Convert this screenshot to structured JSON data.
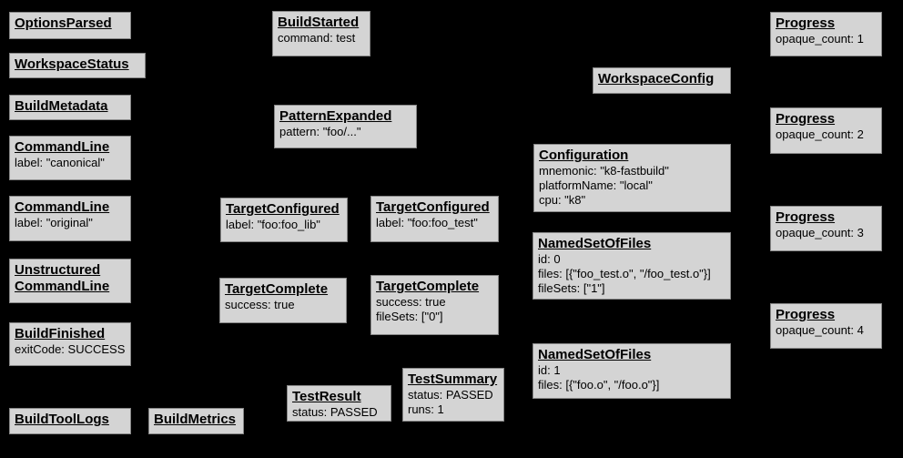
{
  "diagram": {
    "description": "Bazel Build Event Protocol event graph",
    "colors": {
      "background": "#000000",
      "node_fill": "#d4d4d4",
      "node_border": "#878787",
      "text": "#000000"
    },
    "nodes": {
      "options_parsed": {
        "title": "OptionsParsed"
      },
      "workspace_status": {
        "title": "WorkspaceStatus"
      },
      "build_metadata": {
        "title": "BuildMetadata"
      },
      "command_line_canonical": {
        "title": "CommandLine",
        "fields": [
          "label: \"canonical\""
        ]
      },
      "command_line_original": {
        "title": "CommandLine",
        "fields": [
          "label: \"original\""
        ]
      },
      "unstructured_command_line": {
        "title_lines": [
          "Unstructured",
          "CommandLine"
        ]
      },
      "build_finished": {
        "title": "BuildFinished",
        "fields": [
          "exitCode: SUCCESS"
        ]
      },
      "build_tool_logs": {
        "title": "BuildToolLogs"
      },
      "build_metrics": {
        "title": "BuildMetrics"
      },
      "build_started": {
        "title": "BuildStarted",
        "fields": [
          "command: test"
        ]
      },
      "pattern_expanded": {
        "title": "PatternExpanded",
        "fields": [
          "pattern: \"foo/...\""
        ]
      },
      "target_configured_foo_lib": {
        "title": "TargetConfigured",
        "fields": [
          "label: \"foo:foo_lib\""
        ]
      },
      "target_complete_foo_lib": {
        "title": "TargetComplete",
        "fields": [
          "success: true"
        ]
      },
      "test_result": {
        "title": "TestResult",
        "fields": [
          "status: PASSED"
        ]
      },
      "target_configured_foo_test": {
        "title": "TargetConfigured",
        "fields": [
          "label: \"foo:foo_test\""
        ]
      },
      "target_complete_foo_test": {
        "title": "TargetComplete",
        "fields": [
          "success: true",
          "fileSets: [\"0\"]"
        ]
      },
      "test_summary": {
        "title": "TestSummary",
        "fields": [
          "status: PASSED",
          "runs: 1"
        ]
      },
      "workspace_config": {
        "title": "WorkspaceConfig"
      },
      "configuration": {
        "title": "Configuration",
        "fields": [
          "mnemonic: \"k8-fastbuild\"",
          "platformName: \"local\"",
          "cpu: \"k8\""
        ]
      },
      "named_set_of_files_0": {
        "title": "NamedSetOfFiles",
        "fields": [
          "id: 0",
          "files: [{\"foo_test.o\", \"/foo_test.o\"}]",
          "fileSets: [\"1\"]"
        ]
      },
      "named_set_of_files_1": {
        "title": "NamedSetOfFiles",
        "fields": [
          "id: 1",
          "files: [{\"foo.o\", \"/foo.o\"}]"
        ]
      },
      "progress_1": {
        "title": "Progress",
        "fields": [
          "opaque_count: 1"
        ]
      },
      "progress_2": {
        "title": "Progress",
        "fields": [
          "opaque_count: 2"
        ]
      },
      "progress_3": {
        "title": "Progress",
        "fields": [
          "opaque_count: 3"
        ]
      },
      "progress_4": {
        "title": "Progress",
        "fields": [
          "opaque_count: 4"
        ]
      }
    }
  }
}
